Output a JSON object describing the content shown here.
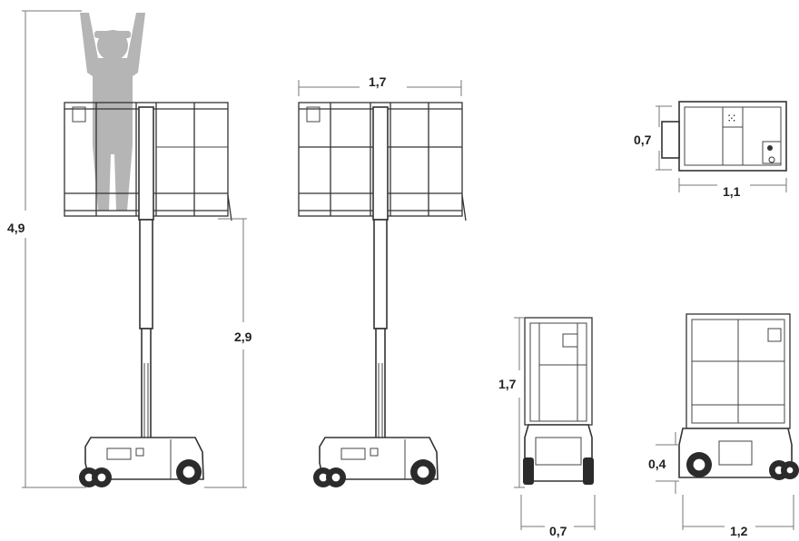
{
  "diagram": {
    "kind": "vertical mast lift dimension drawing",
    "units_note": "",
    "views": [
      {
        "id": "side-raised-with-person",
        "height_total": "4,9",
        "platform_height": "2,9"
      },
      {
        "id": "side-raised",
        "platform_length": "1,7"
      },
      {
        "id": "top-view",
        "width": "0,7",
        "length": "1,1"
      },
      {
        "id": "front-stowed",
        "height": "1,7",
        "width": "0,7"
      },
      {
        "id": "side-stowed",
        "ground_clearance": "0,4",
        "length": "1,2"
      }
    ]
  },
  "colors": {
    "figure": "#b5b5b5",
    "lines": "#333333",
    "dimension": "#777777"
  }
}
